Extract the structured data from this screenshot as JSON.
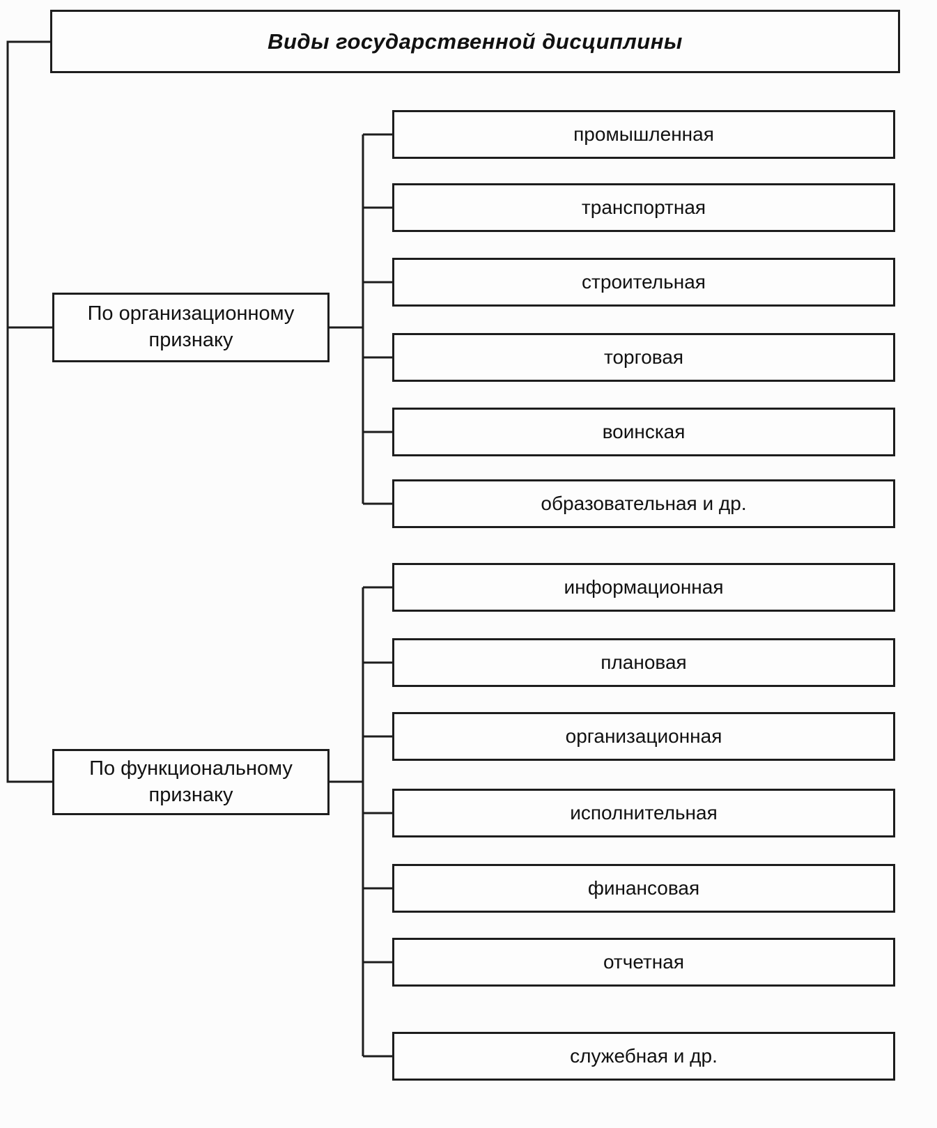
{
  "title": "Виды государственной дисциплины",
  "branches": [
    {
      "label": "По организационному признаку",
      "items": [
        "промышленная",
        "транспортная",
        "строительная",
        "торговая",
        "воинская",
        "образовательная и др."
      ]
    },
    {
      "label": "По функциональному признаку",
      "items": [
        "информационная",
        "плановая",
        "организационная",
        "исполнительная",
        "финансовая",
        "отчетная",
        "служебная и др."
      ]
    }
  ]
}
